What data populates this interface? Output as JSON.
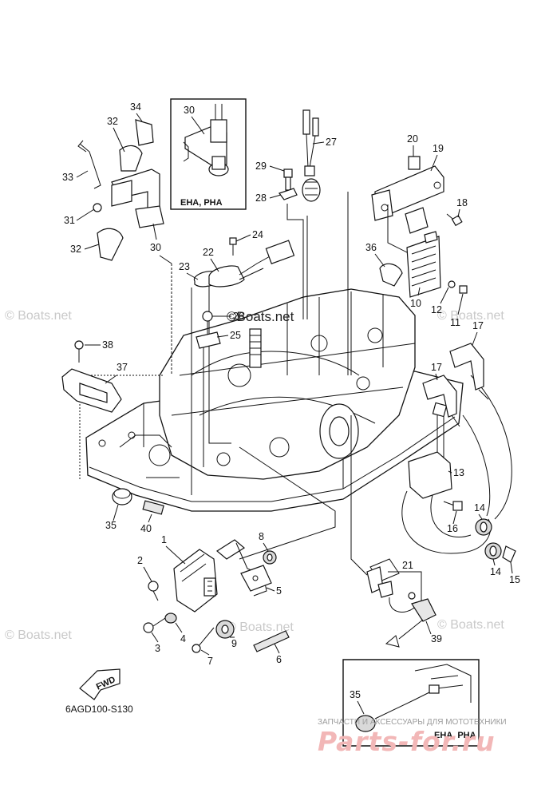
{
  "diagram": {
    "labels": [
      {
        "id": "34",
        "text": "34"
      },
      {
        "id": "32a",
        "text": "32"
      },
      {
        "id": "33",
        "text": "33"
      },
      {
        "id": "31",
        "text": "31"
      },
      {
        "id": "32b",
        "text": "32"
      },
      {
        "id": "30a",
        "text": "30"
      },
      {
        "id": "30b",
        "text": "30"
      },
      {
        "id": "27",
        "text": "27"
      },
      {
        "id": "29",
        "text": "29"
      },
      {
        "id": "28",
        "text": "28"
      },
      {
        "id": "20",
        "text": "20"
      },
      {
        "id": "19",
        "text": "19"
      },
      {
        "id": "18",
        "text": "18"
      },
      {
        "id": "24",
        "text": "24"
      },
      {
        "id": "22",
        "text": "22"
      },
      {
        "id": "23",
        "text": "23"
      },
      {
        "id": "26",
        "text": "26"
      },
      {
        "id": "25",
        "text": "25"
      },
      {
        "id": "36",
        "text": "36"
      },
      {
        "id": "10",
        "text": "10"
      },
      {
        "id": "12",
        "text": "12"
      },
      {
        "id": "11",
        "text": "11"
      },
      {
        "id": "17a",
        "text": "17"
      },
      {
        "id": "17b",
        "text": "17"
      },
      {
        "id": "38",
        "text": "38"
      },
      {
        "id": "37",
        "text": "37"
      },
      {
        "id": "13",
        "text": "13"
      },
      {
        "id": "16",
        "text": "16"
      },
      {
        "id": "14a",
        "text": "14"
      },
      {
        "id": "14b",
        "text": "14"
      },
      {
        "id": "15",
        "text": "15"
      },
      {
        "id": "35a",
        "text": "35"
      },
      {
        "id": "40",
        "text": "40"
      },
      {
        "id": "1",
        "text": "1"
      },
      {
        "id": "8",
        "text": "8"
      },
      {
        "id": "2",
        "text": "2"
      },
      {
        "id": "5",
        "text": "5"
      },
      {
        "id": "21",
        "text": "21"
      },
      {
        "id": "3",
        "text": "3"
      },
      {
        "id": "4",
        "text": "4"
      },
      {
        "id": "9",
        "text": "9"
      },
      {
        "id": "7",
        "text": "7"
      },
      {
        "id": "6",
        "text": "6"
      },
      {
        "id": "39",
        "text": "39"
      },
      {
        "id": "35b",
        "text": "35"
      }
    ],
    "inset_top_label": "EHA, PHA",
    "inset_bottom_label": "EHA, PHA",
    "fwd_label": "FWD",
    "diagram_code": "6AGD100-S130"
  },
  "watermarks": {
    "main": "©Boats.net",
    "faint": "© Boats.net"
  },
  "branding": {
    "tagline": "ЗАПЧАСТИ И АКСЕССУАРЫ ДЛЯ МОТОТЕХНИКИ",
    "logo": "Parts-for.ru",
    "logo_color": "#f2b7b7"
  }
}
